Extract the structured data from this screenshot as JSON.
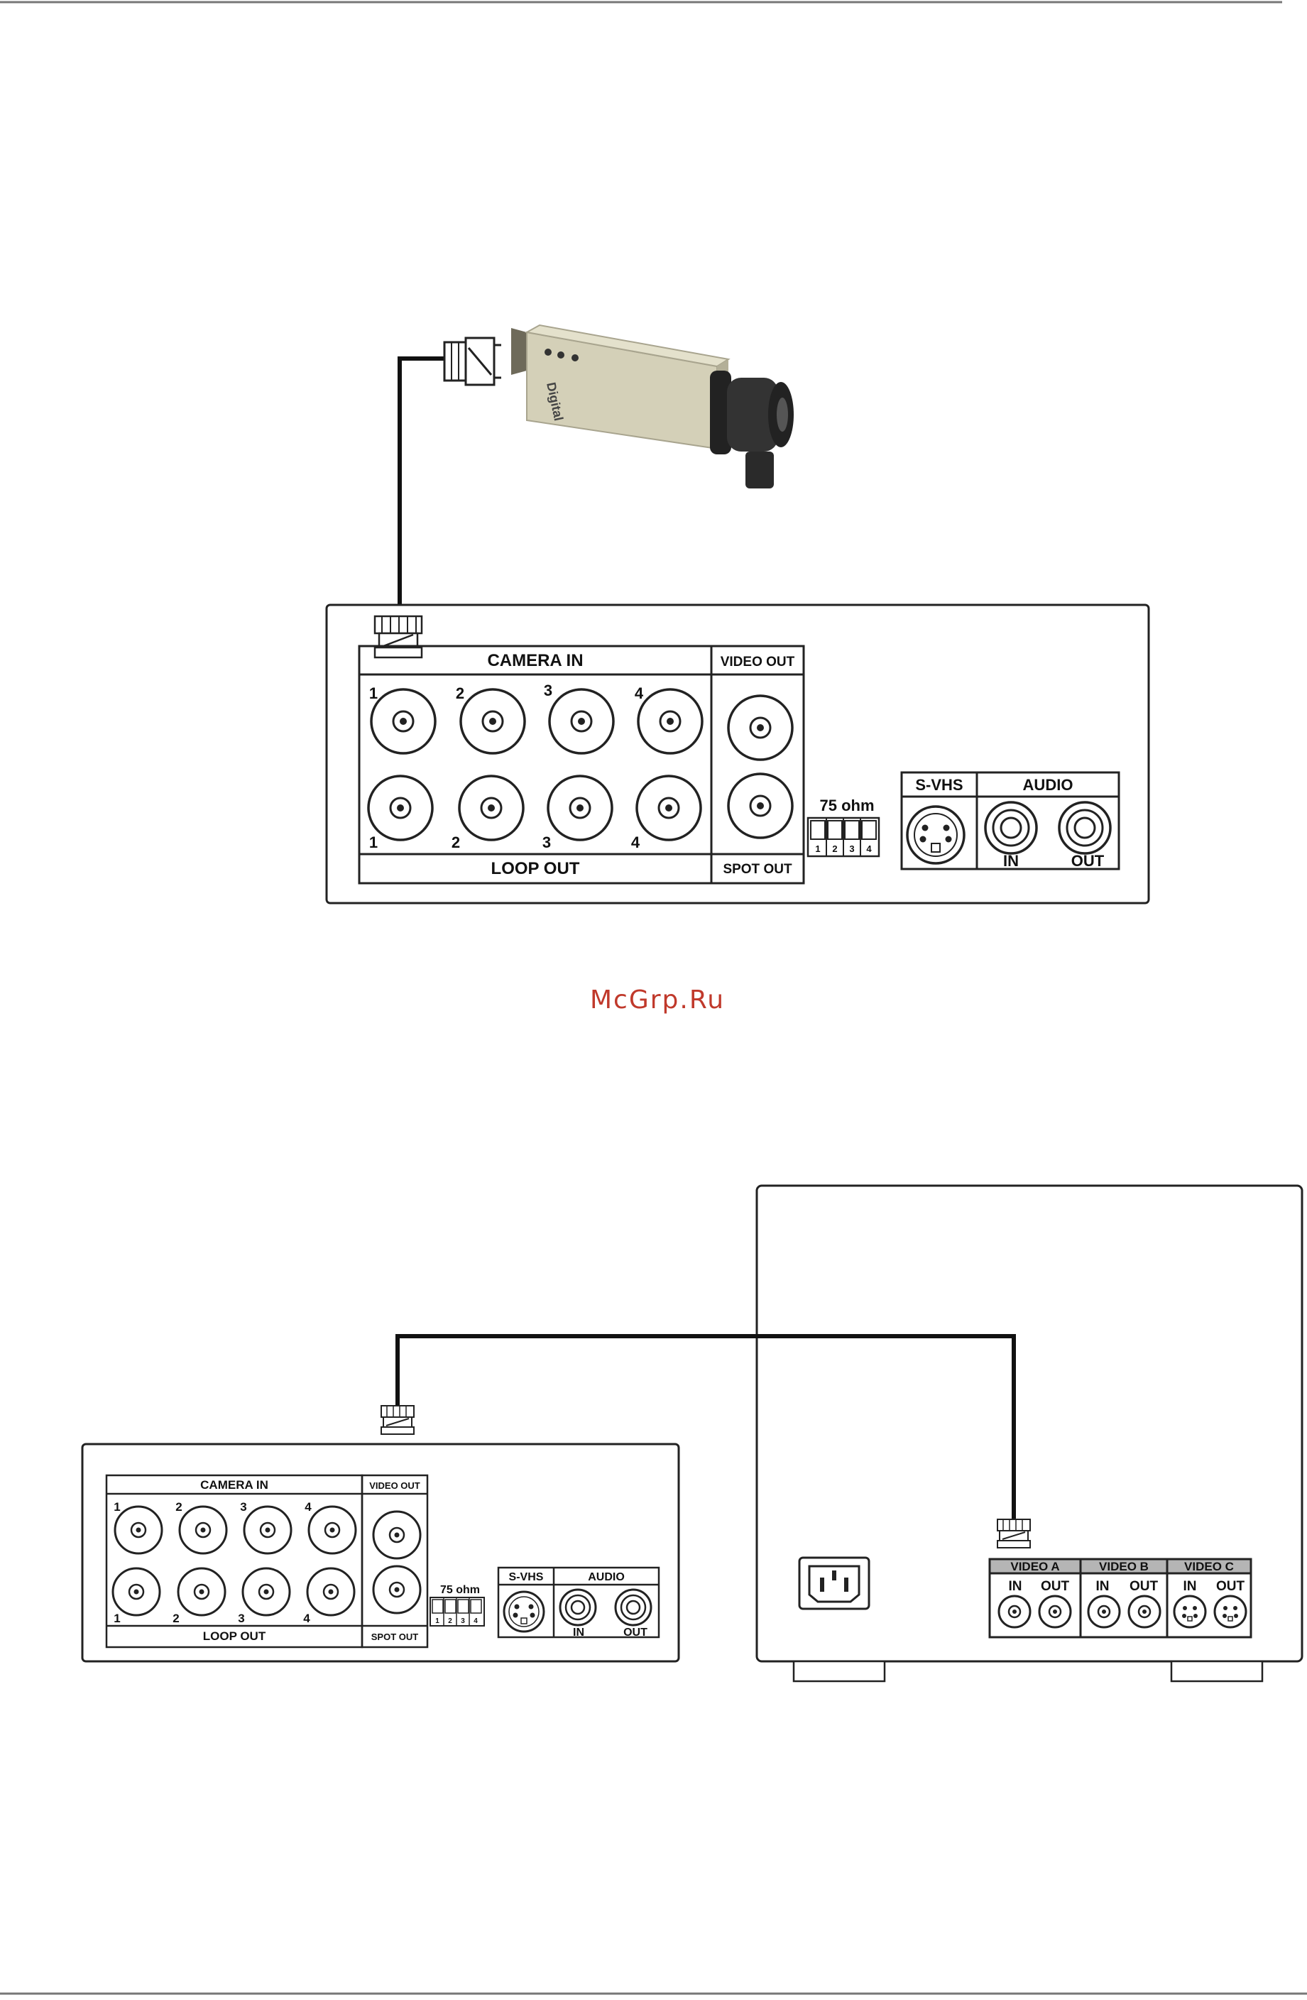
{
  "watermark": "McGrp.Ru",
  "figure1": {
    "camera_brand": "Digital",
    "panel": {
      "camera_in": "CAMERA IN",
      "loop_out": "LOOP OUT",
      "video_out": "VIDEO OUT",
      "spot_out": "SPOT OUT",
      "ohm": "75 ohm",
      "switch_nums": [
        "1",
        "2",
        "3",
        "4"
      ],
      "channel_top": [
        "1",
        "2",
        "3",
        "4"
      ],
      "channel_bottom": [
        "1",
        "2",
        "3",
        "4"
      ],
      "svhs": "S-VHS",
      "audio": "AUDIO",
      "audio_in": "IN",
      "audio_out": "OUT"
    }
  },
  "figure2": {
    "panel": {
      "camera_in": "CAMERA IN",
      "loop_out": "LOOP OUT",
      "video_out": "VIDEO OUT",
      "spot_out": "SPOT OUT",
      "ohm": "75 ohm",
      "switch_nums": [
        "1",
        "2",
        "3",
        "4"
      ],
      "channel_top": [
        "1",
        "2",
        "3",
        "4"
      ],
      "channel_bottom": [
        "1",
        "2",
        "3",
        "4"
      ],
      "svhs": "S-VHS",
      "audio": "AUDIO",
      "audio_in": "IN",
      "audio_out": "OUT"
    },
    "monitor": {
      "video_a": "VIDEO A",
      "video_b": "VIDEO B",
      "video_c": "VIDEO C",
      "in": "IN",
      "out": "OUT"
    }
  }
}
